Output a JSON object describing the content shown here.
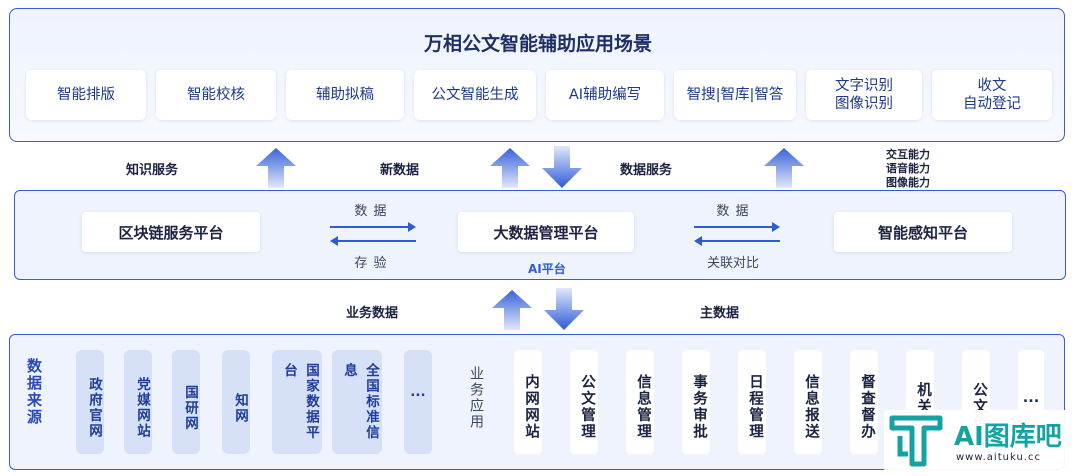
{
  "top": {
    "title": "万相公文智能辅助应用场景",
    "cards": [
      "智能排版",
      "智能校核",
      "辅助拟稿",
      "公文智能生成",
      "AI辅助编写",
      "智搜|智库|智答",
      "文字识别\n图像识别",
      "收文\n自动登记"
    ]
  },
  "middle_labels": {
    "knowledge_service": "知识服务",
    "new_data": "新数据",
    "data_service": "数据服务",
    "capabilities": [
      "交互能力",
      "语音能力",
      "图像能力"
    ]
  },
  "platform": {
    "blockchain": "区块链服务平台",
    "bigdata": "大数据管理平台",
    "perception": "智能感知平台",
    "ai_platform": "AI平台",
    "left_top": "数 据",
    "left_bottom": "存 验",
    "right_top": "数 据",
    "right_bottom": "关联对比"
  },
  "lower_labels": {
    "business_data": "业务数据",
    "master_data": "主数据"
  },
  "bottom": {
    "data_source_label": "数据来源",
    "sources": [
      "政府官网",
      "党媒网站",
      "国研网",
      "知网",
      "国家数据平台",
      "全国标准信息",
      "..."
    ],
    "business_app_label": "业务应用",
    "apps": [
      "内网网站",
      "公文管理",
      "信息管理",
      "事务审批",
      "日程管理",
      "信息报送",
      "督查督办",
      "机关党",
      "公文传",
      "..."
    ]
  },
  "watermark": {
    "brand": "AI图库吧",
    "url": "www.aituku.cc"
  },
  "colors": {
    "accent": "#3a5bd9",
    "panel_bg": "#eef3fd",
    "source_bg": "#d6e1f7",
    "watermark": "#14a3a3"
  }
}
